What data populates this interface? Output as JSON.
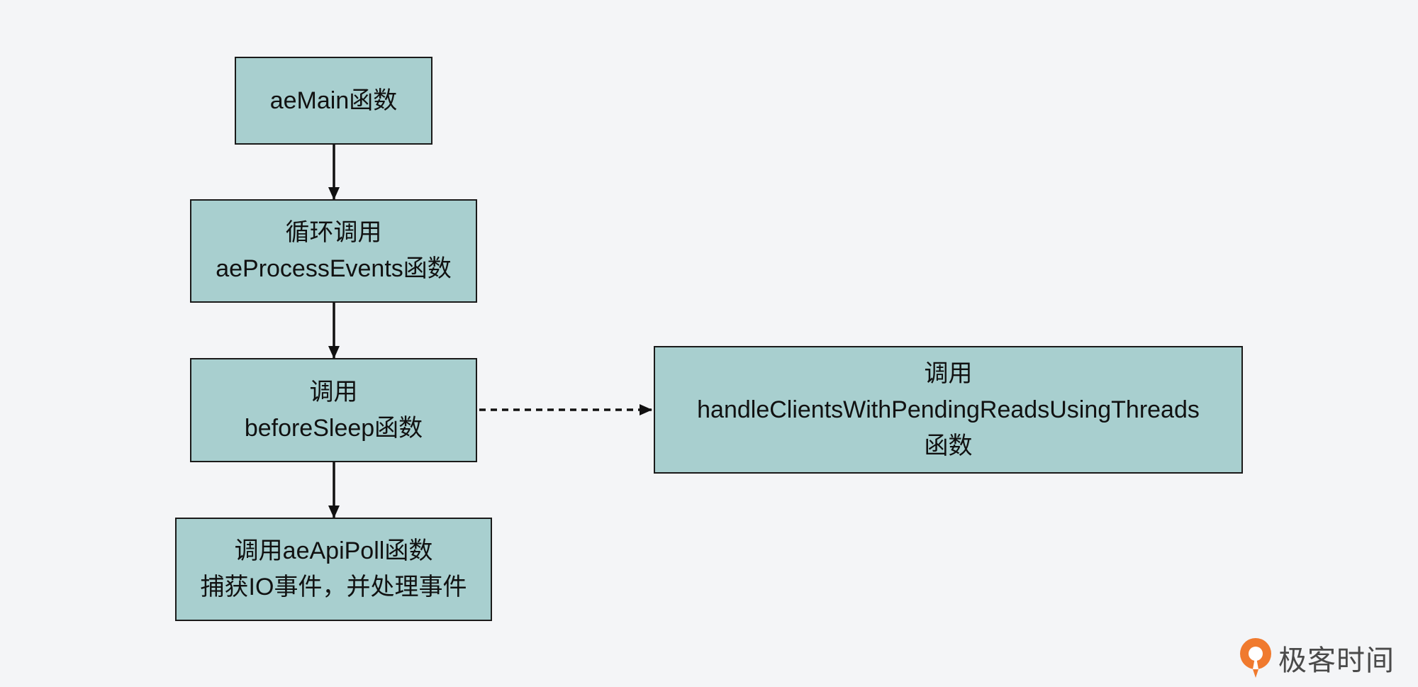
{
  "nodes": {
    "ae_main": {
      "lines": [
        "aeMain函数"
      ]
    },
    "loop_process_events": {
      "lines": [
        "循环调用",
        "aeProcessEvents函数"
      ]
    },
    "before_sleep": {
      "lines": [
        "调用",
        "beforeSleep函数"
      ]
    },
    "ae_api_poll": {
      "lines": [
        "调用aeApiPoll函数",
        "捕获IO事件，并处理事件"
      ]
    },
    "handle_clients": {
      "lines": [
        "调用",
        "handleClientsWithPendingReadsUsingThreads",
        "函数"
      ]
    }
  },
  "edges": [
    {
      "from": "ae_main",
      "to": "loop_process_events",
      "style": "solid"
    },
    {
      "from": "loop_process_events",
      "to": "before_sleep",
      "style": "solid"
    },
    {
      "from": "before_sleep",
      "to": "ae_api_poll",
      "style": "solid"
    },
    {
      "from": "before_sleep",
      "to": "handle_clients",
      "style": "dashed"
    }
  ],
  "colors": {
    "background": "#f4f5f7",
    "node_fill": "#a8cfcf",
    "node_border": "#1a1a1a",
    "arrow": "#111111",
    "logo_accent": "#f07a2e"
  },
  "logo": {
    "icon": "geektime-logo-icon",
    "text": "极客时间"
  }
}
